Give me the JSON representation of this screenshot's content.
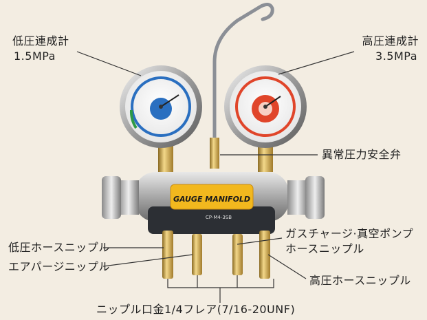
{
  "labels": {
    "low_gauge_name": "低圧連成計",
    "low_gauge_range": "1.5MPa",
    "high_gauge_name": "高圧連成計",
    "high_gauge_range": "3.5MPa",
    "safety_valve": "異常圧力安全弁",
    "low_hose_nipple": "低圧ホースニップル",
    "air_purge_nipple": "エアパージニップル",
    "gas_charge_line1": "ガスチャージ·真空ポンプ",
    "gas_charge_line2": "ホースニップル",
    "high_hose_nipple": "高圧ホースニップル",
    "nipple_fitting": "ニップル口金1/4フレア(7/16-20UNF)"
  },
  "product": {
    "badge_text": "GAUGE MANIFOLD",
    "model_text": "CP-M4-3SB"
  },
  "colors": {
    "background": "#f3ede2",
    "low_gauge_accent": "#2a6fc0",
    "high_gauge_accent": "#e0452a",
    "brass": "#c9a24a",
    "label_plate": "#f2b81e"
  }
}
